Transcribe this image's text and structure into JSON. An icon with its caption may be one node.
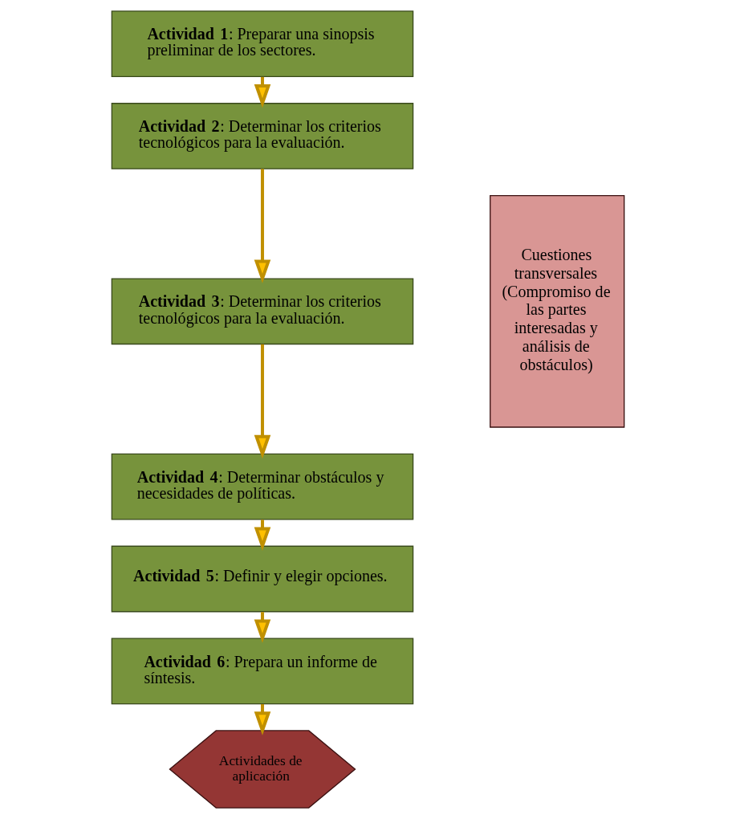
{
  "diagram": {
    "nodes": [
      {
        "text": [
          "**Actividad 1**: Preparar una sinopsis preliminar de los sectores."
        ]
      },
      {
        "text": [
          "**Actividad 2**: Determinar los criterios tecnológicos para la evaluación."
        ]
      },
      {
        "text": [
          "**Actividad 3**: Determinar los criterios tecnológicos para la evaluación."
        ]
      },
      {
        "text": [
          "**Actividad 4**: Determinar obstáculos y necesidades de políticas."
        ]
      },
      {
        "text": [
          "**Actividad 5**: Definir y elegir opciones."
        ]
      },
      {
        "text": [
          "**Actividad 6**: Prepara un informe de síntesis."
        ]
      },
      {
        "text": [
          "Actividades de aplicación"
        ]
      },
      {
        "text": [
          "Cuestiones transversales (Compromiso de las partes interesadas y análisis de obstáculos)"
        ]
      }
    ],
    "edges": [
      {
        "from": 0,
        "to": 1,
        "arrow": "to"
      },
      {
        "from": 1,
        "to": 2,
        "arrow": "to"
      },
      {
        "from": 2,
        "to": 3,
        "arrow": "to"
      },
      {
        "from": 3,
        "to": 4,
        "arrow": "to"
      },
      {
        "from": 4,
        "to": 5,
        "arrow": "to"
      },
      {
        "from": 5,
        "to": 6,
        "arrow": "to"
      }
    ]
  }
}
